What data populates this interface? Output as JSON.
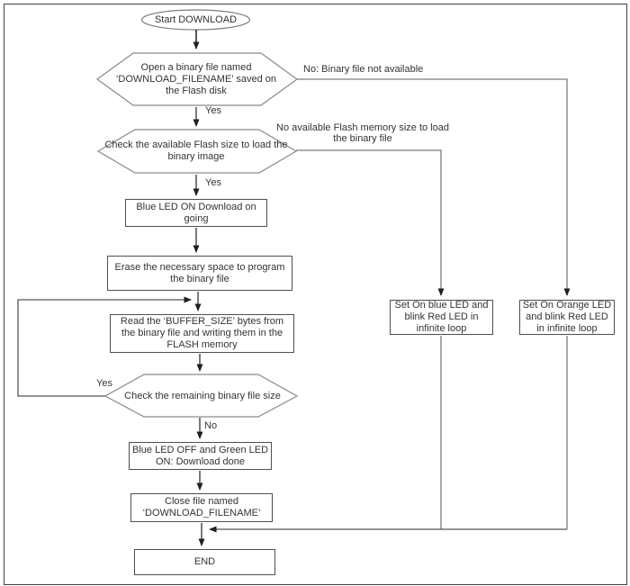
{
  "colors": {
    "background": "#ffffff",
    "shape_outline": "#8a8a8a",
    "rect_border": "#4f4f4f",
    "connector_line": "#7d7d7d",
    "arrow": "#1f1f1f",
    "text": "#333333",
    "frame_border": "#3f3f3f"
  },
  "flowchart": {
    "start": "Start DOWNLOAD",
    "decision_open_file": "Open a binary file named ‘DOWNLOAD_FILENAME’ saved on the Flash disk",
    "label_no_binary": "No: Binary file not available",
    "label_yes_1": "Yes",
    "decision_flash_size": "Check the available Flash size to load the binary image",
    "label_no_flash": "No available Flash memory size to load the binary file",
    "label_yes_2": "Yes",
    "process_blue_led_on": "Blue LED ON Download on going",
    "process_erase": "Erase the necessary space to program the binary file",
    "process_read": "Read the ‘BUFFER_SIZE’ bytes from the binary file and writing them in the FLASH memory",
    "decision_remaining": "Check the remaining binary file size",
    "label_yes_3": "Yes",
    "label_no_3": "No",
    "process_download_done": "Blue LED OFF and Green LED ON: Download done",
    "process_close_file": "Close file named ‘DOWNLOAD_FILENAME’",
    "end": "END",
    "process_blue_blink": "Set On blue LED and blink Red LED in infinite loop",
    "process_orange_blink": "Set On Orange LED and blink Red LED in infinite loop"
  }
}
